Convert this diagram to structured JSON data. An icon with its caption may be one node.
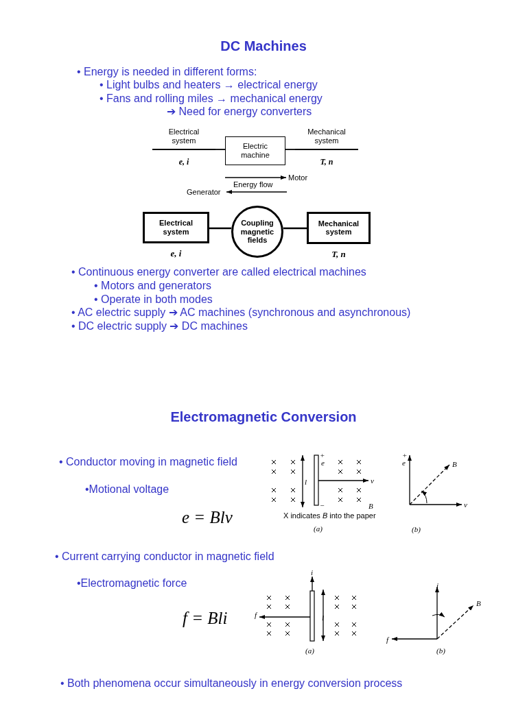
{
  "diagram": {
    "title": "DC Machines",
    "nodes": [
      {
        "text": [
          "Electrical system",
          "e, i"
        ]
      },
      {
        "text": [
          "Electric machine"
        ]
      },
      {
        "text": [
          "Mechanical system",
          "T, n"
        ]
      },
      {
        "text": [
          "Electrical system"
        ],
        "beside": [
          "e, i"
        ]
      },
      {
        "text": [
          "Coupling magnetic fields"
        ]
      },
      {
        "text": [
          "Mechanical system"
        ],
        "beside": [
          "T, n"
        ]
      }
    ],
    "edges": [
      {
        "from": 0,
        "to": 1,
        "arrow": "none"
      },
      {
        "from": 1,
        "to": 2,
        "arrow": "none"
      },
      {
        "from": 3,
        "to": 4,
        "arrow": "none"
      },
      {
        "from": 4,
        "to": 5,
        "arrow": "none"
      }
    ],
    "labels": [
      "• Energy is needed in different forms:",
      "• Light bulbs and heaters → electrical energy",
      "• Fans and rolling miles → mechanical energy",
      "➔ Need for energy converters",
      "Motor",
      "Energy flow",
      "Generator",
      "• Continuous energy converter are called electrical machines",
      "• Motors and generators",
      "• Operate in both modes",
      "• AC electric supply ➔ AC machines (synchronous and asynchronous)",
      "• DC electric supply ➔ DC machines",
      "Electromagnetic Conversion",
      "• Conductor moving in magnetic field",
      "•Motional voltage",
      "e = Blv",
      "+",
      "e",
      "l",
      "v",
      "−",
      "B",
      "X indicates *B* into the paper",
      "(a)",
      "+",
      "e",
      "B",
      "v",
      "(b)",
      "• Current carrying conductor in magnetic field",
      "•Electromagnetic force",
      "f = Bli",
      "i",
      "f",
      "l",
      "(a)",
      "i",
      "B",
      "f",
      "(b)",
      "• Both phenomena occur simultaneously in energy conversion process"
    ]
  }
}
